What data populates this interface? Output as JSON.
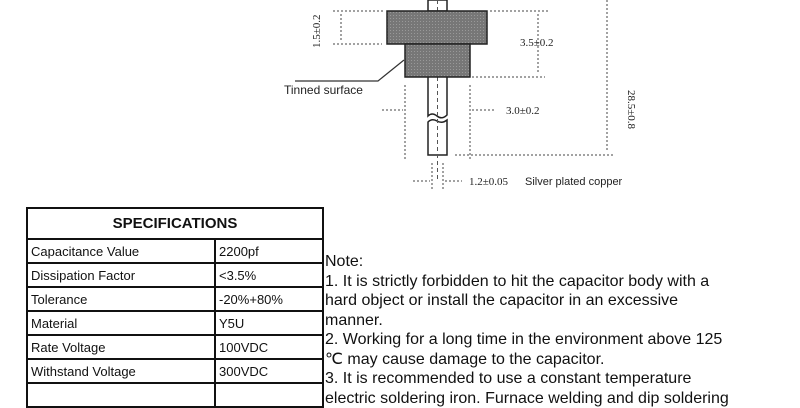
{
  "diagram": {
    "dim_body_thickness": "1.5±0.2",
    "dim_body_height": "3.5±0.2",
    "dim_total_length": "28.5±0.8",
    "dim_base_width": "3.0±0.2",
    "dim_lead": "1.2±0.05",
    "lead_material": "Silver plated copper",
    "callout": "Tinned surface"
  },
  "specifications": {
    "title": "SPECIFICATIONS",
    "rows": [
      {
        "label": "Capacitance Value",
        "value": "2200pf"
      },
      {
        "label": "Dissipation Factor",
        "value": "<3.5%"
      },
      {
        "label": "Tolerance",
        "value": "-20%+80%"
      },
      {
        "label": "Material",
        "value": "Y5U"
      },
      {
        "label": "Rate Voltage",
        "value": "100VDC"
      },
      {
        "label": "Withstand Voltage",
        "value": "300VDC"
      }
    ]
  },
  "notes": {
    "heading": "Note:",
    "lines": [
      "1. It is strictly forbidden to hit the capacitor body with a",
      "hard object or install the capacitor in an excessive",
      "manner.",
      "2. Working for a long time in the environment above 125",
      "℃ may cause damage to the capacitor.",
      "3. It is recommended to use a constant temperature",
      "electric soldering iron. Furnace welding and dip soldering"
    ]
  }
}
